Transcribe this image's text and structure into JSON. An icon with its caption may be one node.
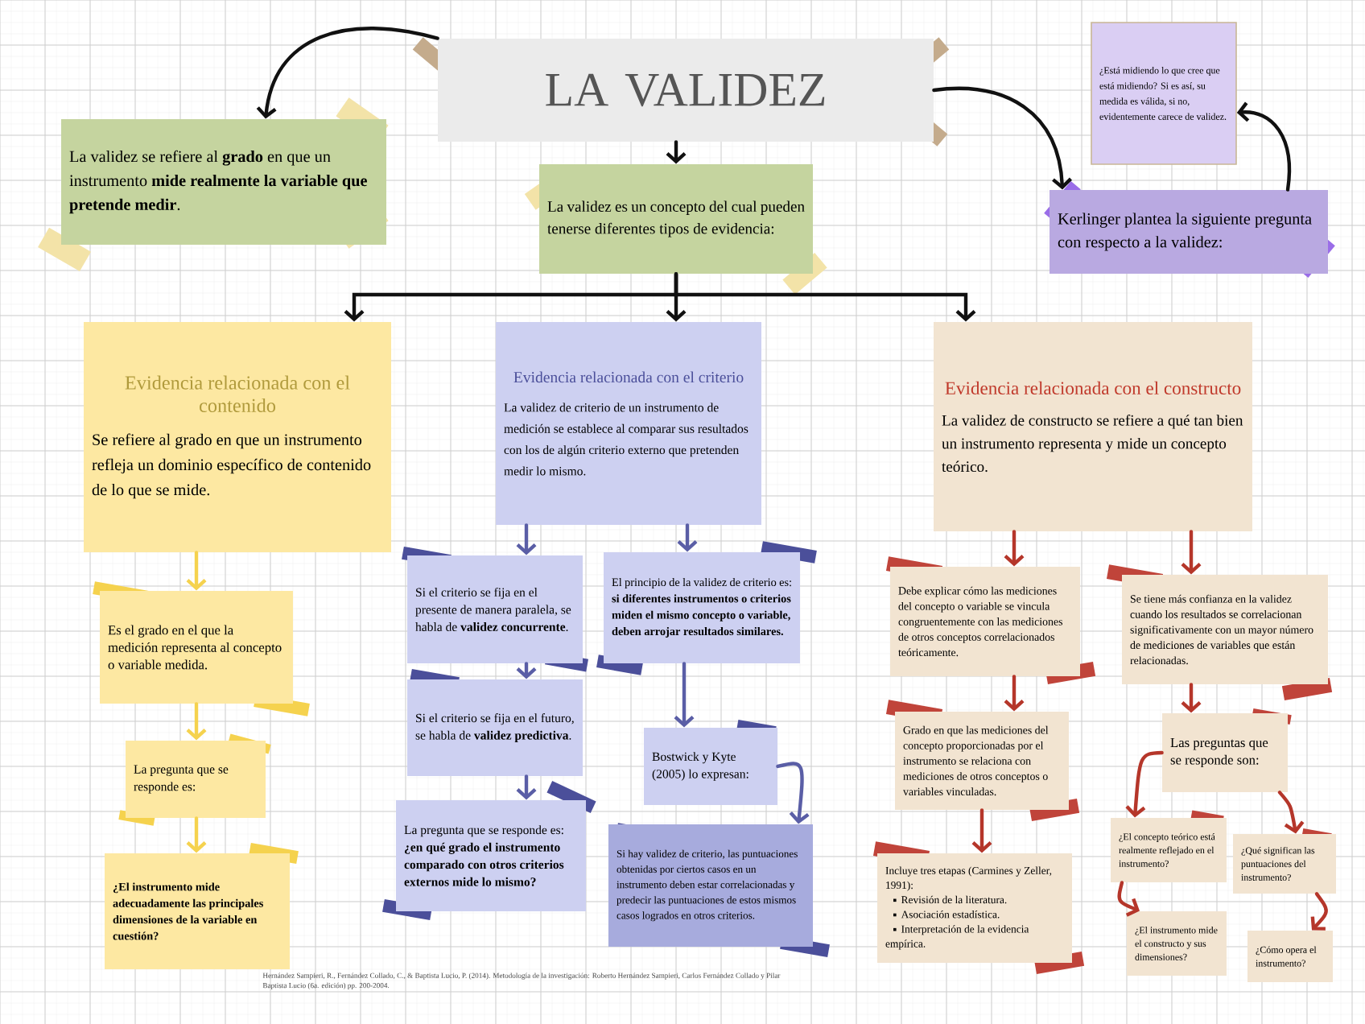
{
  "diagram": {
    "nodes": [
      {
        "text": [
          "LA VALIDEZ"
        ]
      },
      {
        "text": [
          "La validez se refiere al **grado** en que un instrumento **mide realmente la variable que pretende medir**."
        ]
      },
      {
        "text": [
          "La validez es un concepto del cual pueden tenerse diferentes tipos de evidencia:"
        ]
      },
      {
        "text": [
          "¿Está midiendo lo que cree que está midiendo? Si es así, su medida es válida, si no, evidentemente carece de validez."
        ]
      },
      {
        "text": [
          "Kerlinger plantea la siguiente pregunta con respecto a la validez:"
        ]
      },
      {
        "text": [
          "Evidencia relacionada con el contenido",
          "Se refiere al grado en que un instrumento refleja un dominio específico de contenido de lo que se mide."
        ]
      },
      {
        "text": [
          "Es el grado en el que la medición representa al concepto o variable medida."
        ]
      },
      {
        "text": [
          "La pregunta que se responde es:"
        ]
      },
      {
        "text": [
          "¿El instrumento mide adecuadamente las principales dimensiones de la variable en cuestión?"
        ]
      },
      {
        "text": [
          "Evidencia relacionada con el criterio",
          "La validez de criterio de un instrumento de medición se establece al comparar sus resultados con los de algún criterio externo que pretenden medir lo mismo."
        ]
      },
      {
        "text": [
          "Si el criterio se fija en el presente de manera paralela, se habla de **validez concurrente**."
        ]
      },
      {
        "text": [
          "El principio de la validez de criterio es: **si diferentes instrumentos o criterios miden el mismo concepto o variable, deben arrojar resultados similares.**"
        ]
      },
      {
        "text": [
          "Si el criterio se fija en el futuro, se habla de **validez predictiva**."
        ]
      },
      {
        "text": [
          "Bostwick y Kyte (2005) lo expresan:"
        ]
      },
      {
        "text": [
          "La pregunta que se responde es: **¿en qué grado el instrumento comparado con otros criterios externos mide lo mismo?**"
        ]
      },
      {
        "text": [
          "Si hay validez de criterio, las puntuaciones obtenidas por ciertos casos en un instrumento deben estar correlacionadas y predecir las puntuaciones de estos mismos casos logrados en otros criterios."
        ]
      },
      {
        "text": [
          "Evidencia relacionada con el constructo",
          "La validez de constructo se refiere a qué tan bien un instrumento representa y mide un concepto teórico."
        ]
      },
      {
        "text": [
          "Debe explicar cómo las mediciones del concepto o variable se vincula congruentemente con las mediciones de otros conceptos correlacionados teóricamente."
        ]
      },
      {
        "text": [
          "Se tiene más confianza en la validez cuando los resultados se correlacionan significativamente con un mayor número de mediciones de variables que están relacionadas."
        ]
      },
      {
        "text": [
          "Grado en que las mediciones del concepto proporcionadas por el instrumento se relaciona con mediciones de otros conceptos o variables vinculadas."
        ]
      },
      {
        "text": [
          "Las preguntas que se responde son:"
        ]
      },
      {
        "text": [
          "Incluye tres etapas (Carmines y Zeller, 1991):",
          "Revisión de la literatura.",
          "Asociación estadística.",
          "Interpretación de la evidencia empírica."
        ]
      },
      {
        "text": [
          "¿El concepto teórico está realmente reflejado en el instrumento?"
        ]
      },
      {
        "text": [
          "¿Qué significan las puntuaciones del instrumento?"
        ]
      },
      {
        "text": [
          "¿El instrumento mide el constructo y sus dimensiones?"
        ]
      },
      {
        "text": [
          "¿Cómo opera el instrumento?"
        ]
      }
    ],
    "edges": [
      {
        "from": 0,
        "to": 1,
        "arrow": "to",
        "color": "#111111"
      },
      {
        "from": 0,
        "to": 2,
        "arrow": "to",
        "color": "#111111"
      },
      {
        "from": 0,
        "to": 4,
        "arrow": "to",
        "color": "#111111"
      },
      {
        "from": 4,
        "to": 3,
        "arrow": "to",
        "color": "#111111"
      },
      {
        "from": 2,
        "to": 5,
        "arrow": "to",
        "color": "#111111"
      },
      {
        "from": 2,
        "to": 9,
        "arrow": "to",
        "color": "#111111"
      },
      {
        "from": 2,
        "to": 16,
        "arrow": "to",
        "color": "#111111"
      },
      {
        "from": 5,
        "to": 6,
        "arrow": "to",
        "color": "#f5d24e"
      },
      {
        "from": 6,
        "to": 7,
        "arrow": "to",
        "color": "#f5d24e"
      },
      {
        "from": 7,
        "to": 8,
        "arrow": "to",
        "color": "#f5d24e"
      },
      {
        "from": 9,
        "to": 10,
        "arrow": "to",
        "color": "#5a5ea6"
      },
      {
        "from": 9,
        "to": 11,
        "arrow": "to",
        "color": "#5a5ea6"
      },
      {
        "from": 10,
        "to": 12,
        "arrow": "to",
        "color": "#5a5ea6"
      },
      {
        "from": 12,
        "to": 14,
        "arrow": "to",
        "color": "#5a5ea6"
      },
      {
        "from": 11,
        "to": 13,
        "arrow": "to",
        "color": "#5a5ea6"
      },
      {
        "from": 13,
        "to": 15,
        "arrow": "to",
        "color": "#5a5ea6"
      },
      {
        "from": 16,
        "to": 17,
        "arrow": "to",
        "color": "#b5362a"
      },
      {
        "from": 16,
        "to": 18,
        "arrow": "to",
        "color": "#b5362a"
      },
      {
        "from": 17,
        "to": 19,
        "arrow": "to",
        "color": "#b5362a"
      },
      {
        "from": 19,
        "to": 21,
        "arrow": "to",
        "color": "#b5362a"
      },
      {
        "from": 18,
        "to": 20,
        "arrow": "to",
        "color": "#b5362a"
      },
      {
        "from": 20,
        "to": 22,
        "arrow": "to",
        "color": "#b5362a"
      },
      {
        "from": 20,
        "to": 23,
        "arrow": "to",
        "color": "#b5362a"
      },
      {
        "from": 22,
        "to": 24,
        "arrow": "to",
        "color": "#b5362a"
      },
      {
        "from": 23,
        "to": 25,
        "arrow": "to",
        "color": "#b5362a"
      }
    ],
    "labels": [
      "Hernández Sampieri, R., Fernández Collado, C., & Baptista Lucio, P. (2014). Metodología de la investigación: Roberto Hernández Sampieri, Carlos Fernández Collado y Pilar Baptista Lucio (6a. edición) pp. 200-2004."
    ]
  }
}
